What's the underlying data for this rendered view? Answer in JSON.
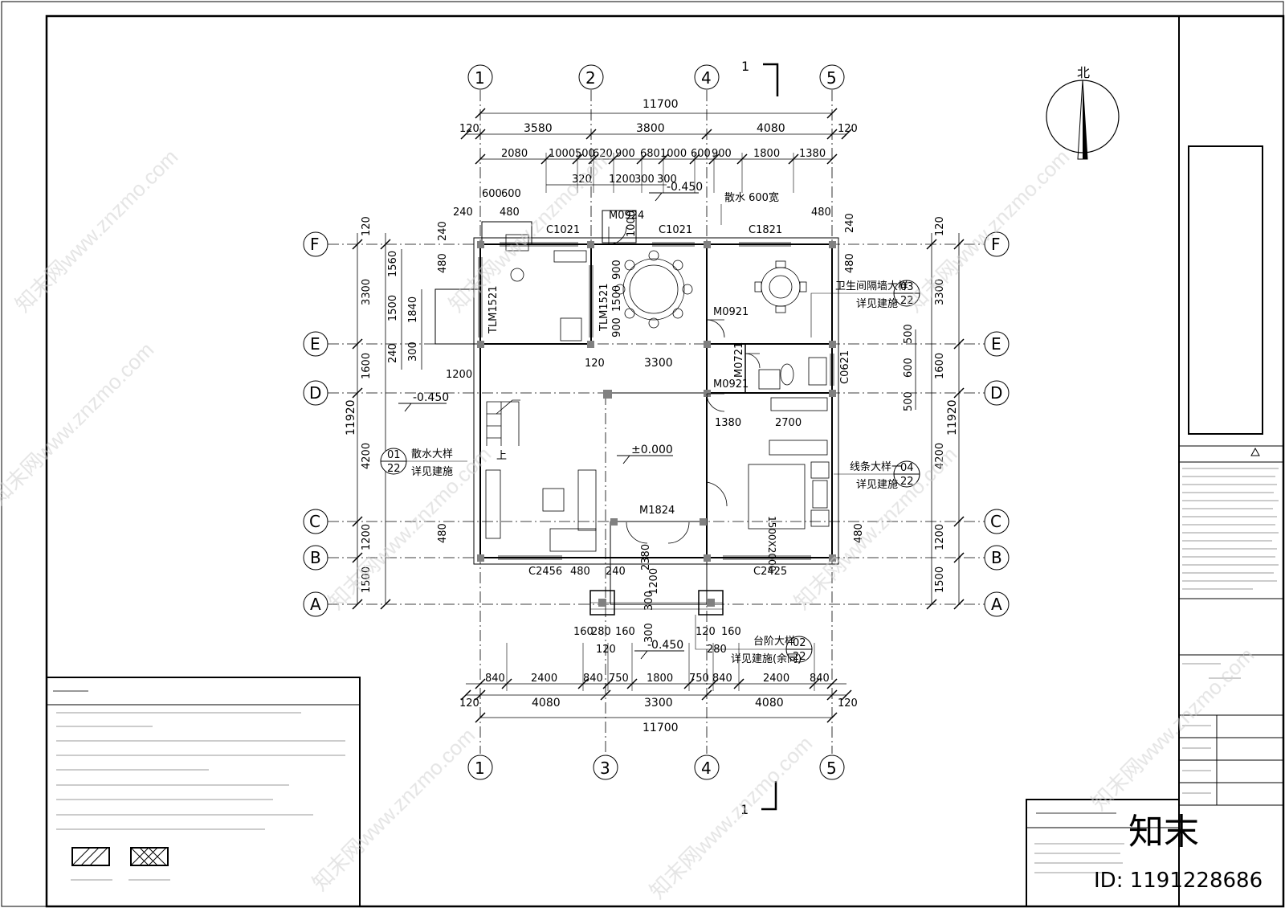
{
  "sheet": {
    "north_label": "北",
    "section_label": "1",
    "dim_total_top": "11700",
    "dim_total_bottom": "11700",
    "dim_total_left": "11920",
    "dim_total_right": "11920",
    "top_main": [
      "120",
      "3580",
      "3800",
      "4080",
      "120"
    ],
    "top_sub": [
      "2080",
      "1000",
      "500",
      "620",
      "900",
      "680",
      "1000",
      "600",
      "900",
      "1800",
      "1380"
    ],
    "top_small": [
      "320",
      "1200",
      "300",
      "300"
    ],
    "bottom_sub": [
      "840",
      "2400",
      "840",
      "750",
      "1800",
      "750",
      "840",
      "2400",
      "840"
    ],
    "bottom_main": [
      "120",
      "4080",
      "3300",
      "4080",
      "120"
    ],
    "left_rows": [
      "120",
      "3300",
      "1600",
      "4200",
      "1200",
      "1500"
    ],
    "left_inner": [
      "1560",
      "1500",
      "1840",
      "240",
      "300",
      "480",
      "480",
      "240"
    ],
    "right_rows": [
      "120",
      "3300",
      "1600",
      "4200",
      "1200",
      "1500"
    ],
    "right_inner": [
      "500",
      "600",
      "500",
      "480",
      "240",
      "480"
    ]
  },
  "axes": {
    "top": [
      "1",
      "2",
      "4",
      "5"
    ],
    "bottom": [
      "1",
      "3",
      "4",
      "5"
    ],
    "rows": [
      "F",
      "E",
      "D",
      "C",
      "B",
      "A"
    ]
  },
  "plan_labels": {
    "levels": [
      "-0.450",
      "-0.450",
      "-0.450",
      "±0.000"
    ],
    "sanshui": "散水 600宽",
    "door_window": [
      "C1021",
      "C1021",
      "C1821",
      "M0924",
      "M0921",
      "M0721",
      "M0921",
      "M1824",
      "C2456",
      "C2425",
      "C0621",
      "TLM1521",
      "TLM1521"
    ],
    "inner_dims": [
      "600",
      "600",
      "480",
      "240",
      "120",
      "1200",
      "900",
      "1500",
      "900",
      "1000",
      "3300",
      "1380",
      "2700",
      "2380",
      "1200",
      "240",
      "480",
      "160",
      "120",
      "280",
      "160",
      "280",
      "160",
      "120",
      "300",
      "300",
      "480",
      "600"
    ],
    "stair_up": "上",
    "bed_size": "1500X2000"
  },
  "detail_refs": [
    {
      "top": "01",
      "bottom": "22",
      "line1": "散水大样",
      "line2": "详见建施"
    },
    {
      "top": "03",
      "bottom": "22",
      "line1": "卫生间隔墙大样",
      "line2": "详见建施"
    },
    {
      "top": "04",
      "bottom": "22",
      "line1": "线条大样一",
      "line2": "详见建施"
    },
    {
      "top": "02",
      "bottom": "22",
      "line1": "台阶大样",
      "line2": "详见建施(余同)"
    }
  ],
  "watermark": {
    "text": "知末网www.znzmo.com",
    "logo": "知末",
    "id": "ID: 1191228686"
  }
}
